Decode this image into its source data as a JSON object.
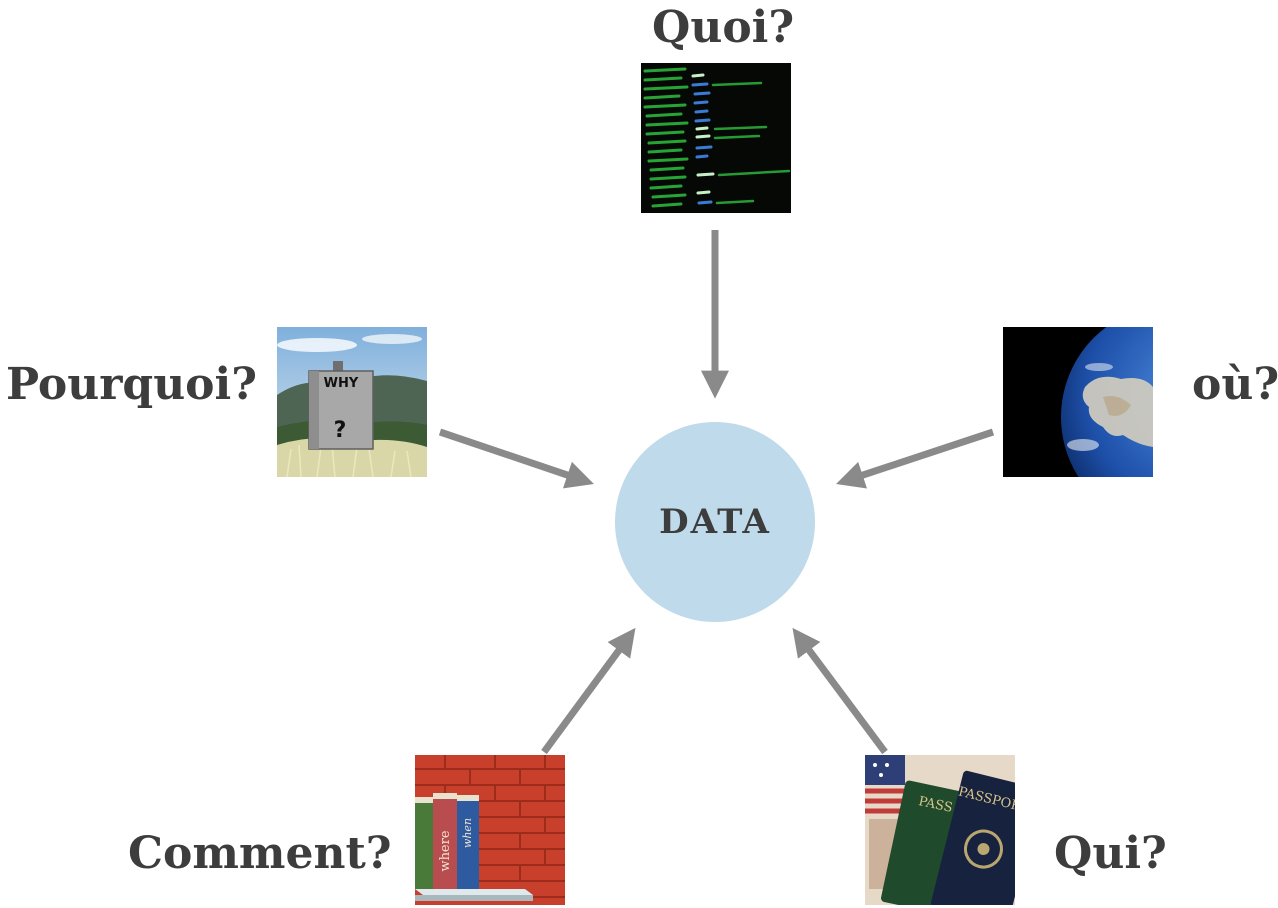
{
  "center": {
    "label": "DATA",
    "fill": "#bfdaea"
  },
  "arrow_color": "#8a8a8a",
  "nodes": {
    "quoi": {
      "label": "Quoi?",
      "image_icon": "terminal-listing-icon"
    },
    "pourquoi": {
      "label": "Pourquoi?",
      "image_icon": "why-sign-icon",
      "image_text": "WHY"
    },
    "ou": {
      "label": "où?",
      "image_icon": "earth-globe-icon"
    },
    "comment": {
      "label": "Comment?",
      "image_icon": "books-shelf-icon",
      "image_text": [
        "where",
        "when"
      ]
    },
    "qui": {
      "label": "Qui?",
      "image_icon": "passports-icon",
      "image_text": "PASSPORT"
    }
  }
}
